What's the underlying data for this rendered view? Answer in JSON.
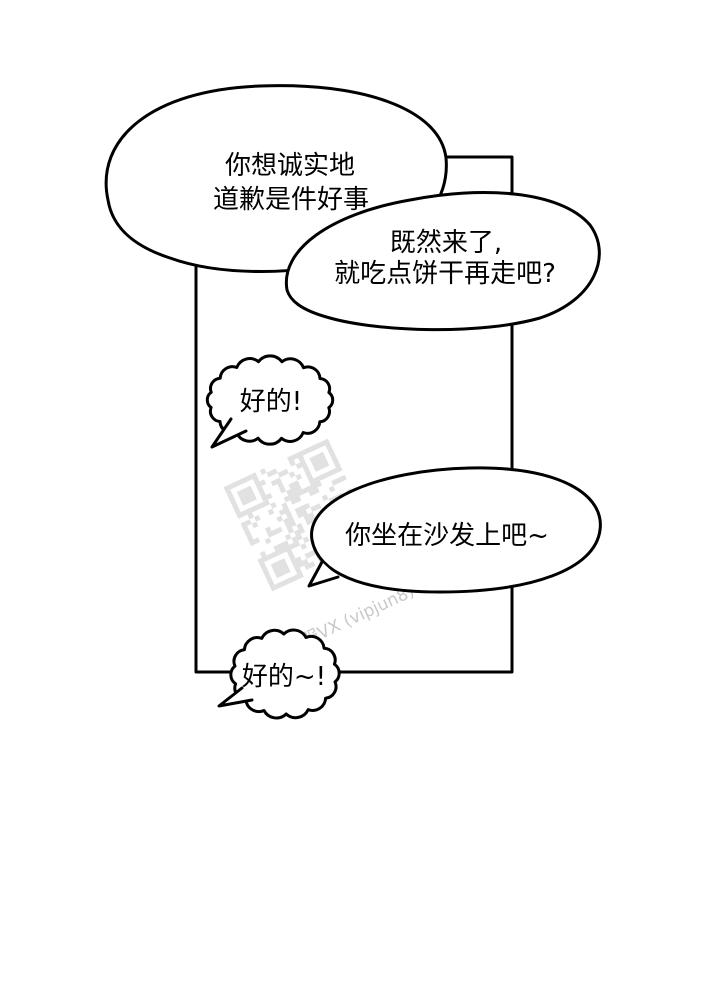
{
  "page": {
    "background": "#ffffff"
  },
  "colors": {
    "ink": "#000000",
    "bubble_fill": "#ffffff",
    "watermark": "#c9c9c9"
  },
  "bubbles": {
    "b1": {
      "lines": [
        "你想诚实地",
        "道歉是件好事"
      ]
    },
    "b2": {
      "lines": [
        "既然来了,",
        "就吃点饼干再走吧?"
      ]
    },
    "b3": {
      "text": "好的!"
    },
    "b4": {
      "text": "你坐在沙发上吧~"
    },
    "b5": {
      "text": "好的~!"
    }
  },
  "watermark": {
    "text": "加客服VX (vipjun8)",
    "icon": "qr-code"
  }
}
